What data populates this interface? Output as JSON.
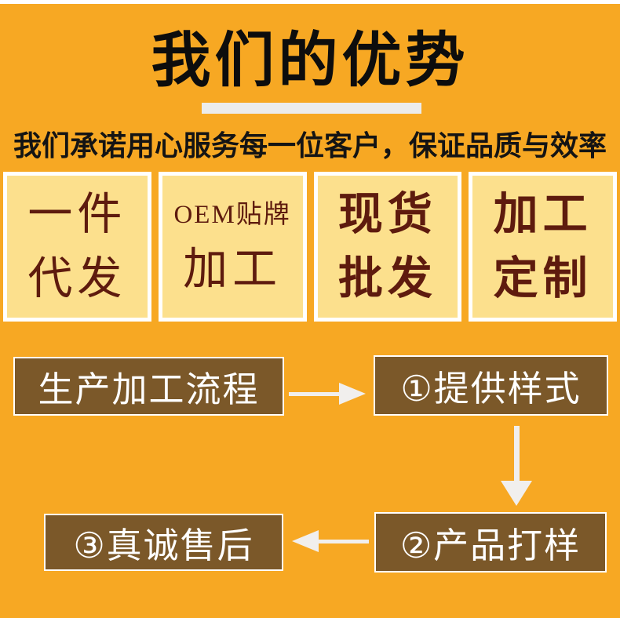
{
  "colors": {
    "panel_orange": "#F7A823",
    "tile_yellow": "#FCE08D",
    "tile_text_maroon": "#5E1B0E",
    "flow_brown": "#7B5829",
    "arrow_white": "#F1EFED",
    "underline_gray": "#ECECEC",
    "title_black": "#0d0d0d"
  },
  "header": {
    "title": "我们的优势",
    "subtitle": "我们承诺用心服务每一位客户，保证品质与效率"
  },
  "advantages": [
    {
      "lines": [
        "一件",
        "代发"
      ]
    },
    {
      "lines": [
        "OEM贴牌",
        "加工"
      ]
    },
    {
      "lines": [
        "现货",
        "批发"
      ]
    },
    {
      "lines": [
        "加工",
        "定制"
      ]
    }
  ],
  "flow": {
    "start": "生产加工流程",
    "steps": [
      "①提供样式",
      "②产品打样",
      "③真诚售后"
    ]
  }
}
